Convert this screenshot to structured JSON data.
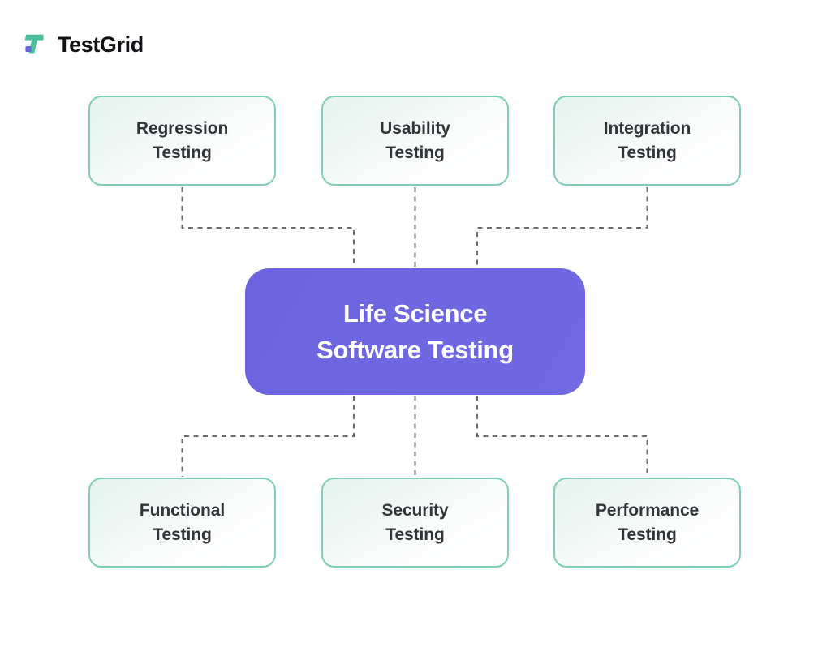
{
  "brand": {
    "name": "TestGrid",
    "mark_icon": "testgrid-t-logo-icon",
    "mark_colors": {
      "primary": "#4FBE9F",
      "accent": "#6B63DE"
    }
  },
  "diagram": {
    "type": "hub-and-spoke",
    "hub": {
      "label": "Life Science\nSoftware Testing",
      "gradient_from": "#6B63DE",
      "gradient_to": "#7169E3",
      "text_color": "#FFFFFF"
    },
    "node_style": {
      "border_color": "#80CFB3",
      "fill_from": "#E6F3EE",
      "fill_to": "#FFFFFF",
      "text_color": "#33343A"
    },
    "connector_style": {
      "color": "#6C6C74",
      "dash": "6 5.5",
      "width": 2
    },
    "top_nodes": [
      {
        "label": "Regression\nTesting"
      },
      {
        "label": "Usability\nTesting"
      },
      {
        "label": "Integration\nTesting"
      }
    ],
    "bottom_nodes": [
      {
        "label": "Functional\nTesting"
      },
      {
        "label": "Security\nTesting"
      },
      {
        "label": "Performance\nTesting"
      }
    ]
  }
}
